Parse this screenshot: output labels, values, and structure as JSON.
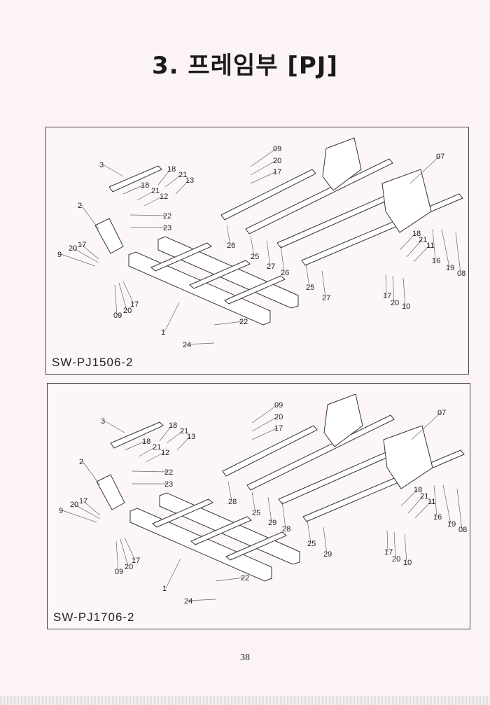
{
  "page_title": "3. 프레임부 [PJ]",
  "page_number": "38",
  "diagrams": [
    {
      "model_code": "SW-PJ1506-2",
      "labels": [
        "3",
        "18",
        "21",
        "13",
        "18",
        "21",
        "12",
        "2",
        "22",
        "23",
        "17",
        "20",
        "9",
        "17",
        "20",
        "09",
        "1",
        "22",
        "24",
        "09",
        "20",
        "17",
        "26",
        "25",
        "27",
        "26",
        "25",
        "27",
        "07",
        "18",
        "21",
        "11",
        "16",
        "19",
        "08",
        "17",
        "20",
        "10"
      ]
    },
    {
      "model_code": "SW-PJ1706-2",
      "labels": [
        "3",
        "18",
        "21",
        "13",
        "18",
        "21",
        "12",
        "2",
        "22",
        "23",
        "17",
        "20",
        "9",
        "17",
        "20",
        "09",
        "1",
        "22",
        "24",
        "09",
        "20",
        "17",
        "28",
        "25",
        "29",
        "28",
        "25",
        "29",
        "07",
        "18",
        "21",
        "11",
        "16",
        "19",
        "08",
        "17",
        "20",
        "10"
      ]
    }
  ]
}
